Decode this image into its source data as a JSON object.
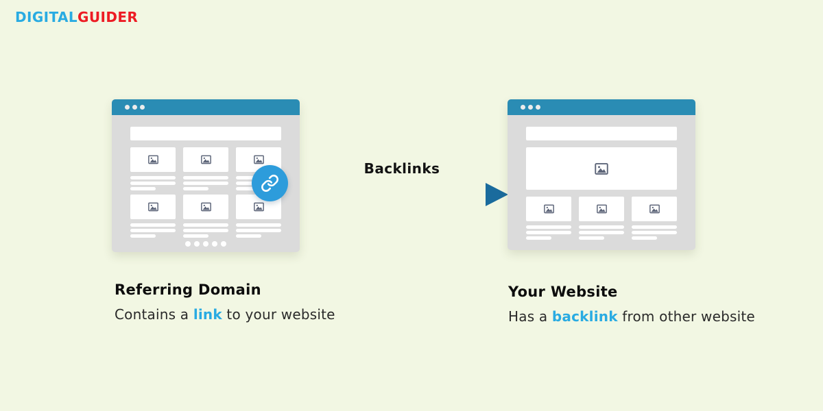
{
  "colors": {
    "page-bg": "#F2F7E3",
    "header-teal": "#2A8CB4",
    "window-gray": "#DBDBDB",
    "accent-blue": "#29ABE2",
    "arrow-dark": "#1A6B9D",
    "link-badge": "#2D9CDB",
    "logo-blue": "#29ABE2",
    "logo-red": "#ED1C24",
    "icon-slate": "#5D6579",
    "text-dark": "#131313"
  },
  "logo": {
    "part1": "DIGITAL",
    "part2": "GUIDER"
  },
  "diagram": {
    "arrow_label": "Backlinks",
    "arrow_gradient_start": "#2AACE3",
    "arrow_gradient_end": "#19699C"
  },
  "captions": {
    "left": {
      "title": "Referring Domain",
      "desc_before": "Contains a ",
      "desc_highlight": "link",
      "desc_after": " to your website"
    },
    "right": {
      "title": "Your Website",
      "desc_before": "Has a ",
      "desc_highlight": "backlink",
      "desc_after": " from other website"
    }
  }
}
